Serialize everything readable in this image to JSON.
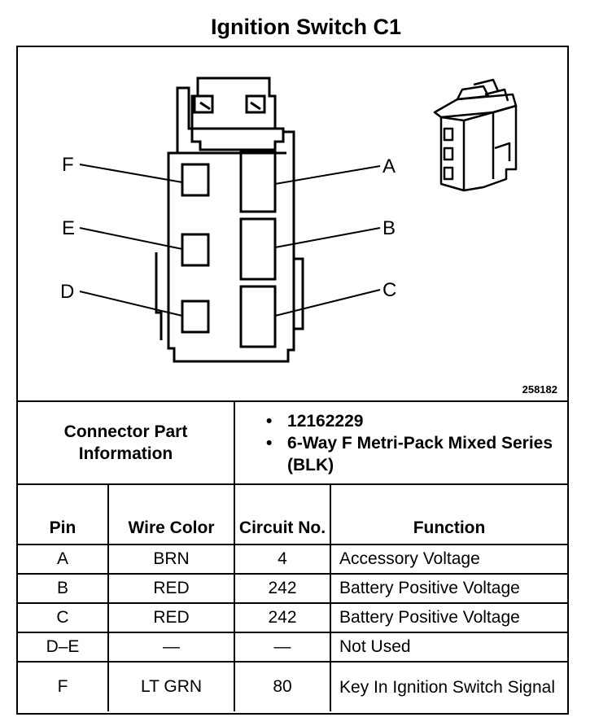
{
  "title": "Ignition Switch C1",
  "figure_number": "258182",
  "pin_labels": {
    "a": "A",
    "b": "B",
    "c": "C",
    "d": "D",
    "e": "E",
    "f": "F"
  },
  "connector_info": {
    "label": "Connector Part Information",
    "items": [
      "12162229",
      "6-Way F Metri-Pack Mixed Series (BLK)"
    ]
  },
  "columns": [
    "Pin",
    "Wire Color",
    "Circuit No.",
    "Function"
  ],
  "rows": [
    {
      "pin": "A",
      "wire_color": "BRN",
      "circuit": "4",
      "function": "Accessory Voltage"
    },
    {
      "pin": "B",
      "wire_color": "RED",
      "circuit": "242",
      "function": "Battery Positive Voltage"
    },
    {
      "pin": "C",
      "wire_color": "RED",
      "circuit": "242",
      "function": "Battery Positive Voltage"
    },
    {
      "pin": "D–E",
      "wire_color": "—",
      "circuit": "—",
      "function": "Not Used"
    },
    {
      "pin": "F",
      "wire_color": "LT GRN",
      "circuit": "80",
      "function": "Key In Ignition Switch Signal"
    }
  ]
}
